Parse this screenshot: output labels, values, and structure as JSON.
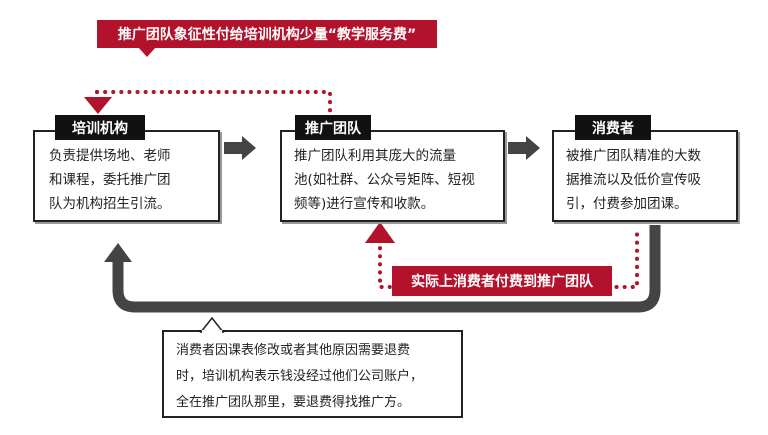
{
  "top_note": "推广团队象征性付给培训机构少量“教学服务费”",
  "boxes": [
    {
      "title": "培训机构",
      "lines": [
        "负责提供场地、老师",
        "和课程，委托推广团",
        "队为机构招生引流。"
      ]
    },
    {
      "title": "推广团队",
      "lines": [
        "推广团队利用其庞大的流量",
        "池(如社群、公众号矩阵、短视",
        "频等)进行宣传和收款。"
      ]
    },
    {
      "title": "消费者",
      "lines": [
        "被推广团队精准的大数",
        "据推流以及低价宣传吸",
        "引，付费参加团课。"
      ]
    }
  ],
  "payment_note": "实际上消费者付费到推广团队",
  "refund_note": [
    "消费者因课表修改或者其他原因需要退费",
    "时，培训机构表示钱没经过他们公司账户，",
    "全在推广团队那里，要退费得找推广方。"
  ],
  "colors": {
    "red": "#b2122b",
    "dark": "#444444"
  }
}
